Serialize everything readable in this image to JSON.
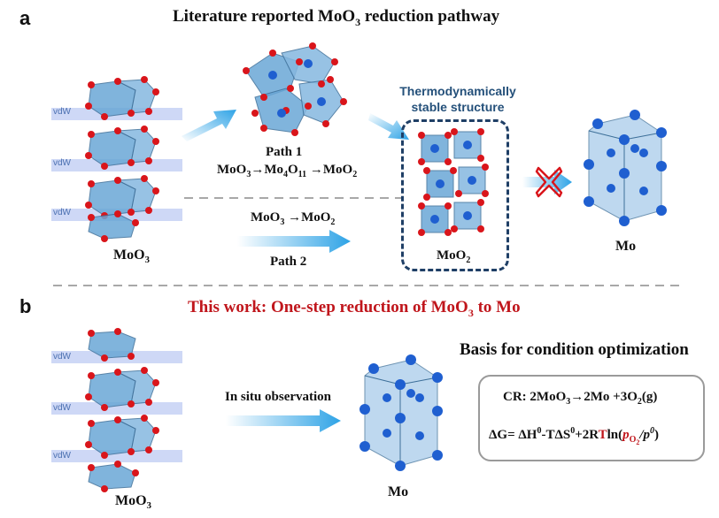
{
  "panel_a": {
    "letter": "a",
    "title_pre": "Literature reported MoO",
    "title_sub": "3",
    "title_post": " reduction pathway",
    "vdw_labels": [
      "vdW",
      "vdW",
      "vdW"
    ],
    "moo3": {
      "base": "MoO",
      "sub": "3"
    },
    "path1": {
      "label": "Path 1",
      "eq": [
        "MoO",
        "3",
        "→Mo",
        "4",
        "O",
        "11",
        " →MoO",
        "2"
      ]
    },
    "path2": {
      "eq": [
        "MoO",
        "3",
        " →MoO",
        "2"
      ],
      "label": "Path 2"
    },
    "stable_label_1": "Thermodynamically",
    "stable_label_2": "stable structure",
    "moo2": {
      "base": "MoO",
      "sub": "2"
    },
    "mo": "Mo"
  },
  "panel_b": {
    "letter": "b",
    "title_pre": "This work: One-step reduction of MoO",
    "title_sub": "3",
    "title_post": " to Mo",
    "vdw_labels": [
      "vdW",
      "vdW",
      "vdW"
    ],
    "moo3": {
      "base": "MoO",
      "sub": "3"
    },
    "arrow_label": "In situ observation",
    "mo": "Mo",
    "basis_title": "Basis for condition optimization",
    "cr": [
      "CR: 2MoO",
      "3",
      "→2Mo +3O",
      "2",
      "(g)"
    ],
    "dg": {
      "a": "ΔG= ΔH",
      "a_sup": "0",
      "b": "-TΔS",
      "b_sup": "0",
      "c": "+2R",
      "t": "T",
      "d": "ln(",
      "p": "p",
      "p_sub": "O",
      "p_sub2": "2",
      "e": "/p",
      "e_sup": "0",
      "f": ")"
    }
  },
  "colors": {
    "red_text": "#c0161c",
    "oxygen": "#d9151b",
    "octahedron": "#6aa7d6",
    "mo_atom": "#1f5fd0",
    "arrow": "#2ea3e6",
    "dashed_box": "#1f3f66",
    "stable_label": "#24507a",
    "vdw_band": "#c9d4f5"
  }
}
